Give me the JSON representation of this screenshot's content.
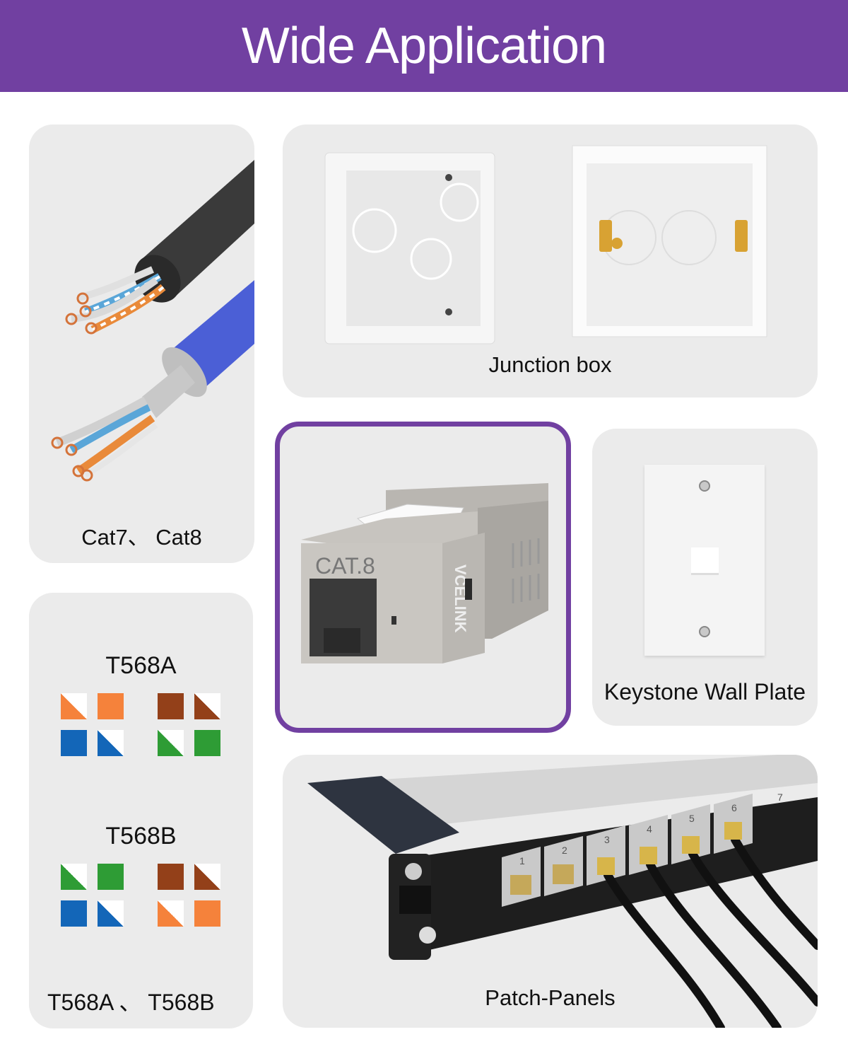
{
  "header": {
    "title": "Wide Application",
    "background": "#7140a1"
  },
  "cards": [
    {
      "id": "cables",
      "caption": "Cat7、 Cat8",
      "icon": "ethernet-cable-icon"
    },
    {
      "id": "junction-box",
      "caption": "Junction box",
      "icon": "junction-box-icon"
    },
    {
      "id": "keystone-jack",
      "caption": "",
      "icon": "keystone-jack-icon",
      "product_marking": "CAT.8",
      "brand": "VCELINK",
      "highlighted": true
    },
    {
      "id": "wall-plate",
      "caption": "Keystone Wall Plate",
      "icon": "wall-plate-icon"
    },
    {
      "id": "wiring",
      "caption": "T568A 、 T568B",
      "icon": "wiring-diagram-icon"
    },
    {
      "id": "patch-panel",
      "caption": "Patch-Panels",
      "icon": "patch-panel-icon",
      "port_numbers": [
        "1",
        "2",
        "3",
        "4",
        "5",
        "6",
        "7"
      ]
    }
  ],
  "wiring": {
    "standards": [
      {
        "name": "T568A",
        "pairs": [
          {
            "striped": "#f5823b",
            "solid": "#f5823b",
            "row": 0,
            "group": 0
          },
          {
            "solid": "#934019",
            "striped": "#934019",
            "row": 0,
            "group": 1
          },
          {
            "solid": "#1366b8",
            "striped": "#1366b8",
            "row": 1,
            "group": 0
          },
          {
            "striped": "#2e9c35",
            "solid": "#2e9c35",
            "row": 1,
            "group": 1
          }
        ]
      },
      {
        "name": "T568B",
        "pairs": [
          {
            "striped": "#2e9c35",
            "solid": "#2e9c35",
            "row": 0,
            "group": 0
          },
          {
            "solid": "#934019",
            "striped": "#934019",
            "row": 0,
            "group": 1
          },
          {
            "solid": "#1366b8",
            "striped": "#1366b8",
            "row": 1,
            "group": 0
          },
          {
            "striped": "#f5823b",
            "solid": "#f5823b",
            "row": 1,
            "group": 1
          }
        ]
      }
    ]
  },
  "colors": {
    "accent": "#7140a1",
    "card_bg": "#ebebeb",
    "orange": "#f5823b",
    "brown": "#934019",
    "blue": "#1366b8",
    "green": "#2e9c35"
  }
}
